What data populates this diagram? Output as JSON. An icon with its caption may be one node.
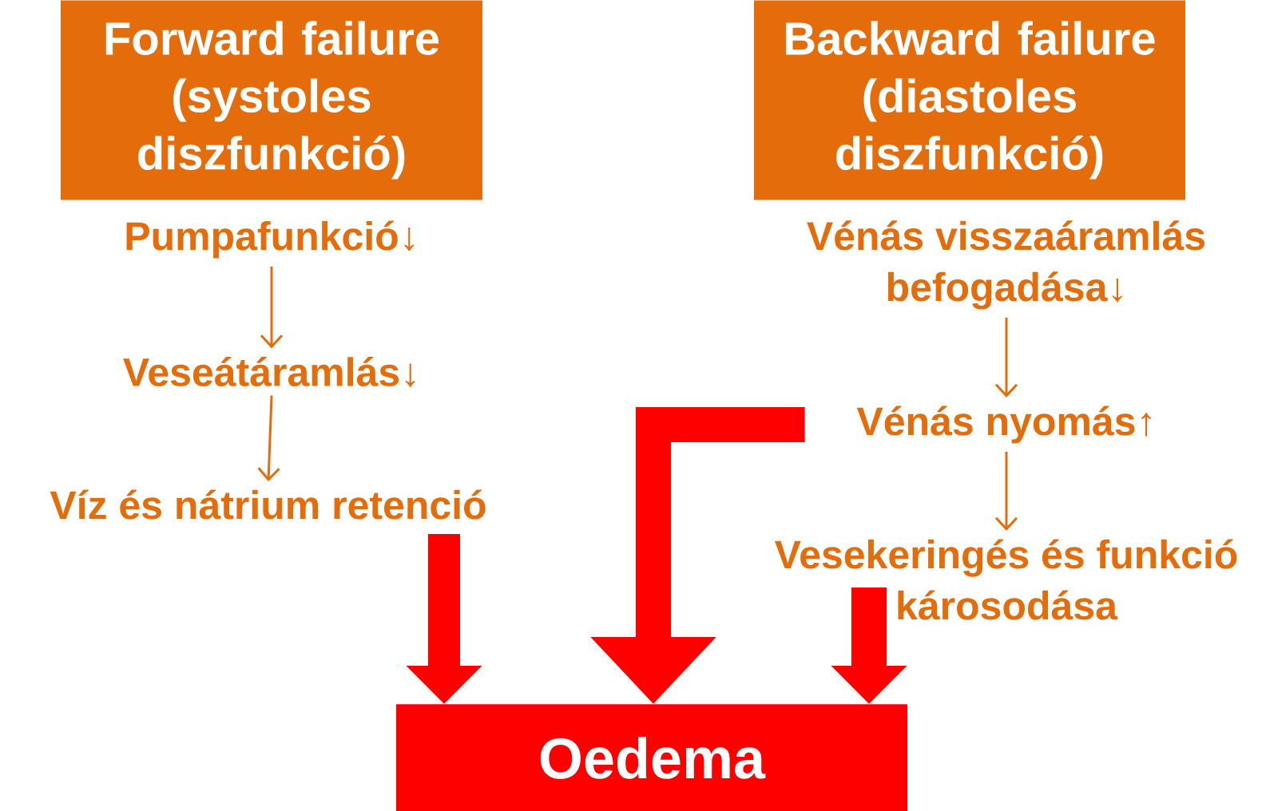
{
  "diagram": {
    "nodes": [
      {
        "text": [
          "Forward failure (systoles diszfunkció)"
        ]
      },
      {
        "text": [
          "Backward failure (diastoles diszfunkció)"
        ]
      },
      {
        "text": [
          "Pumpafunkció↓"
        ]
      },
      {
        "text": [
          "Veseátáramlás↓"
        ]
      },
      {
        "text": [
          "Víz és nátrium retenció"
        ]
      },
      {
        "text": [
          "Vénás visszaáramlás befogadása↓"
        ]
      },
      {
        "text": [
          "Vénás nyomás↑"
        ]
      },
      {
        "text": [
          "Vesekeringés és funkció károsodása"
        ]
      },
      {
        "text": [
          "Oedema"
        ]
      }
    ],
    "edges": [
      {
        "from": 2,
        "to": 3,
        "arrow": "to"
      },
      {
        "from": 3,
        "to": 4,
        "arrow": "to"
      },
      {
        "from": 5,
        "to": 6,
        "arrow": "to"
      },
      {
        "from": 6,
        "to": 7,
        "arrow": "to"
      },
      {
        "from": 4,
        "to": 8,
        "arrow": "to",
        "style": "thick",
        "color": "#ff0000"
      },
      {
        "from": 6,
        "to": 8,
        "arrow": "to",
        "style": "thick",
        "color": "#ff0000"
      },
      {
        "from": 7,
        "to": 8,
        "arrow": "to",
        "style": "thick",
        "color": "#ff0000"
      }
    ]
  }
}
